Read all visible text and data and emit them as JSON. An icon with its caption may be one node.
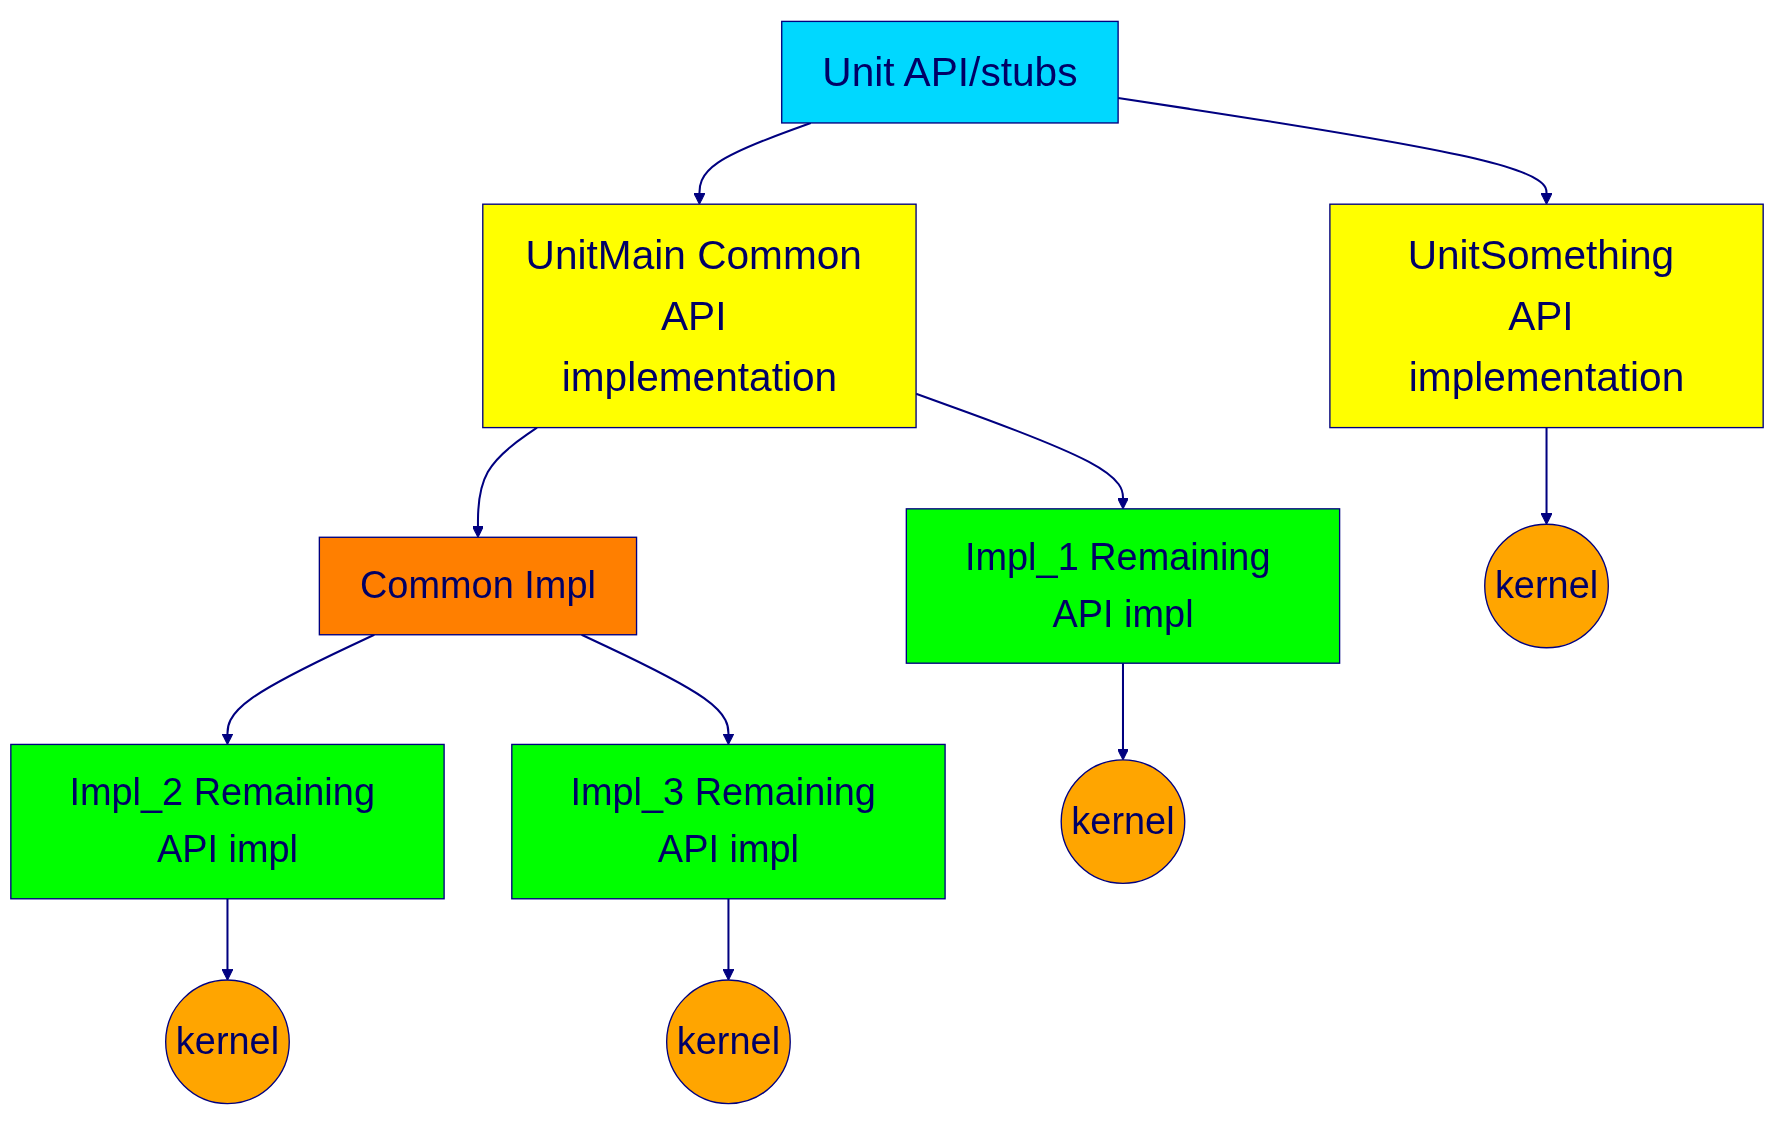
{
  "diagram": {
    "nodes": [
      {
        "text": [
          "Unit API/stubs"
        ]
      },
      {
        "text": [
          "UnitMain Common API implementation"
        ]
      },
      {
        "text": [
          "UnitSomething API implementation"
        ]
      },
      {
        "text": [
          "Common Impl"
        ]
      },
      {
        "text": [
          "Impl_1 Remaining API impl"
        ]
      },
      {
        "text": [
          "Impl_2 Remaining API impl"
        ]
      },
      {
        "text": [
          "Impl_3 Remaining API impl"
        ]
      },
      {
        "text": [
          "kernel"
        ]
      },
      {
        "text": [
          "kernel"
        ]
      },
      {
        "text": [
          "kernel"
        ]
      },
      {
        "text": [
          "kernel"
        ]
      }
    ],
    "edges": [
      {
        "from": 0,
        "to": 1,
        "arrow": "to"
      },
      {
        "from": 0,
        "to": 2,
        "arrow": "to"
      },
      {
        "from": 1,
        "to": 3,
        "arrow": "to"
      },
      {
        "from": 1,
        "to": 4,
        "arrow": "to"
      },
      {
        "from": 3,
        "to": 5,
        "arrow": "to"
      },
      {
        "from": 3,
        "to": 6,
        "arrow": "to"
      },
      {
        "from": 2,
        "to": 7,
        "arrow": "to"
      },
      {
        "from": 4,
        "to": 8,
        "arrow": "to"
      },
      {
        "from": 5,
        "to": 9,
        "arrow": "to"
      },
      {
        "from": 6,
        "to": 10,
        "arrow": "to"
      }
    ]
  }
}
